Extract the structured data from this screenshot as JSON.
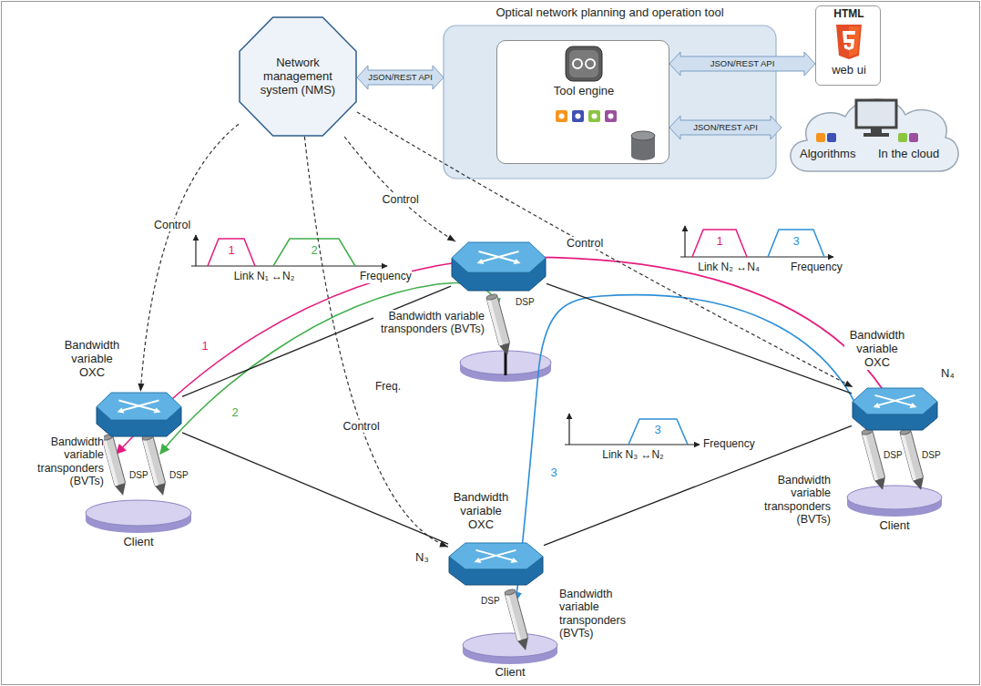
{
  "diagram": {
    "nodes": [
      {
        "text": [
          "Network management system (NMS)"
        ]
      },
      {
        "text": [
          "Optical network planning and operation tool"
        ]
      },
      {
        "text": [
          "Tool engine"
        ],
        "in": 1
      },
      {
        "text": [
          "HTML",
          "web ui"
        ]
      },
      {
        "text": [
          "Algorithms",
          "In the cloud"
        ]
      },
      {
        "text": [
          "Bandwidth variable OXC"
        ]
      },
      {
        "text": [
          "Bandwidth variable transponders (BVTs)"
        ]
      },
      {
        "text": [
          "Bandwidth variable OXC",
          "N₄"
        ]
      },
      {
        "text": [
          "Bandwidth variable OXC",
          "N₃"
        ]
      }
    ],
    "edges": [
      {
        "from": 0,
        "to": 1,
        "label": "JSON/REST API",
        "arrow": "both"
      },
      {
        "from": 2,
        "to": 3,
        "label": "JSON/REST API",
        "arrow": "both"
      },
      {
        "from": 2,
        "to": 4,
        "label": "JSON/REST API",
        "arrow": "both"
      },
      {
        "from": 0,
        "to": 5,
        "label": "Control",
        "arrow": "to"
      },
      {
        "from": 0,
        "to": 6,
        "label": "Control",
        "arrow": "to"
      },
      {
        "from": 0,
        "to": 7,
        "label": "Control",
        "arrow": "to"
      },
      {
        "from": 0,
        "to": 8,
        "label": "Control",
        "arrow": "to"
      },
      {
        "from": 5,
        "to": 6,
        "arrow": "none"
      },
      {
        "from": 5,
        "to": 8,
        "arrow": "none"
      },
      {
        "from": 6,
        "to": 7,
        "arrow": "none"
      },
      {
        "from": 8,
        "to": 7,
        "arrow": "none"
      }
    ],
    "labels": [
      "1",
      "2",
      "Link N₁ ↔N₂",
      "Frequency",
      "1",
      "3",
      "Link N₂ ↔N₄",
      "Frequency",
      "3",
      "Link N₃ ↔N₂",
      "Frequency",
      "1",
      "2",
      "3",
      "Freq.",
      "DSP",
      "DSP",
      "DSP",
      "DSP",
      "DSP",
      "DSP",
      "Bandwidth variable transponders (BVTs)",
      "Bandwidth variable transponders (BVTs)",
      "Bandwidth variable transponders (BVTs)",
      "Client",
      "Client",
      "Client"
    ]
  }
}
